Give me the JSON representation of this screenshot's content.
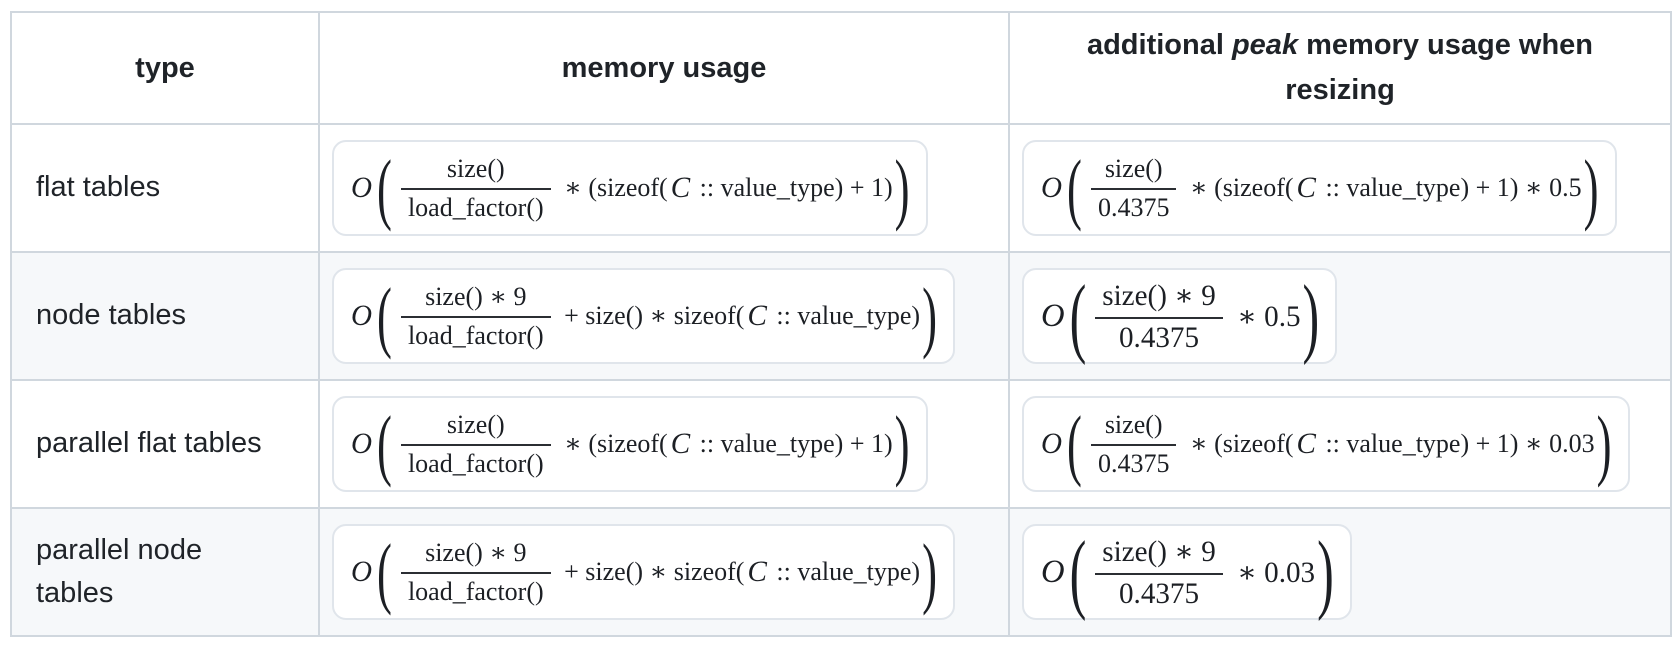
{
  "colors": {
    "table_border": "#d0d7de",
    "alt_row_bg": "#f6f8fa",
    "text": "#1f2328",
    "formula_box_bg": "#ffffff",
    "formula_box_border": "#e0e5eb"
  },
  "header": {
    "type": "type",
    "memory": "memory usage",
    "peak_prefix": "additional ",
    "peak_italic": "peak",
    "peak_suffix": " memory usage when resizing"
  },
  "rows": [
    {
      "type": "flat tables",
      "memory": {
        "tokens": [
          {
            "k": "var",
            "v": "O"
          },
          {
            "k": "paren",
            "v": "("
          },
          {
            "k": "frac",
            "num": "size()",
            "den": "load_factor()"
          },
          {
            "k": "txt",
            "v": " ∗ (sizeof("
          },
          {
            "k": "var",
            "v": "C"
          },
          {
            "k": "txt",
            "v": " :: value_type) + 1)"
          },
          {
            "k": "paren",
            "v": ")"
          }
        ]
      },
      "peak": {
        "tokens": [
          {
            "k": "var",
            "v": "O"
          },
          {
            "k": "paren",
            "v": "("
          },
          {
            "k": "frac",
            "num": "size()",
            "den": "0.4375"
          },
          {
            "k": "txt",
            "v": " ∗ (sizeof("
          },
          {
            "k": "var",
            "v": "C"
          },
          {
            "k": "txt",
            "v": " :: value_type) + 1) ∗ 0.5"
          },
          {
            "k": "paren",
            "v": ")"
          }
        ]
      }
    },
    {
      "type": "node tables",
      "memory": {
        "tokens": [
          {
            "k": "var",
            "v": "O"
          },
          {
            "k": "paren",
            "v": "("
          },
          {
            "k": "frac",
            "num": "size() ∗ 9",
            "den": "load_factor()"
          },
          {
            "k": "txt",
            "v": " + size() ∗ sizeof("
          },
          {
            "k": "var",
            "v": "C"
          },
          {
            "k": "txt",
            "v": " :: value_type)"
          },
          {
            "k": "paren",
            "v": ")"
          }
        ]
      },
      "peak": {
        "scale": 1.12,
        "tokens": [
          {
            "k": "var",
            "v": "O"
          },
          {
            "k": "paren",
            "v": "("
          },
          {
            "k": "frac",
            "num": "size() ∗ 9",
            "den": "0.4375"
          },
          {
            "k": "txt",
            "v": " ∗ 0.5"
          },
          {
            "k": "paren",
            "v": ")"
          }
        ]
      }
    },
    {
      "type": "parallel flat tables",
      "memory": {
        "tokens": [
          {
            "k": "var",
            "v": "O"
          },
          {
            "k": "paren",
            "v": "("
          },
          {
            "k": "frac",
            "num": "size()",
            "den": "load_factor()"
          },
          {
            "k": "txt",
            "v": " ∗ (sizeof("
          },
          {
            "k": "var",
            "v": "C"
          },
          {
            "k": "txt",
            "v": " :: value_type) + 1)"
          },
          {
            "k": "paren",
            "v": ")"
          }
        ]
      },
      "peak": {
        "tokens": [
          {
            "k": "var",
            "v": "O"
          },
          {
            "k": "paren",
            "v": "("
          },
          {
            "k": "frac",
            "num": "size()",
            "den": "0.4375"
          },
          {
            "k": "txt",
            "v": " ∗ (sizeof("
          },
          {
            "k": "var",
            "v": "C"
          },
          {
            "k": "txt",
            "v": " :: value_type) + 1) ∗ 0.03"
          },
          {
            "k": "paren",
            "v": ")"
          }
        ]
      }
    },
    {
      "type": "parallel node tables",
      "memory": {
        "tokens": [
          {
            "k": "var",
            "v": "O"
          },
          {
            "k": "paren",
            "v": "("
          },
          {
            "k": "frac",
            "num": "size() ∗ 9",
            "den": "load_factor()"
          },
          {
            "k": "txt",
            "v": " + size() ∗ sizeof("
          },
          {
            "k": "var",
            "v": "C"
          },
          {
            "k": "txt",
            "v": " :: value_type)"
          },
          {
            "k": "paren",
            "v": ")"
          }
        ]
      },
      "peak": {
        "scale": 1.12,
        "tokens": [
          {
            "k": "var",
            "v": "O"
          },
          {
            "k": "paren",
            "v": "("
          },
          {
            "k": "frac",
            "num": "size() ∗ 9",
            "den": "0.4375"
          },
          {
            "k": "txt",
            "v": " ∗ 0.03"
          },
          {
            "k": "paren",
            "v": ")"
          }
        ]
      }
    }
  ]
}
